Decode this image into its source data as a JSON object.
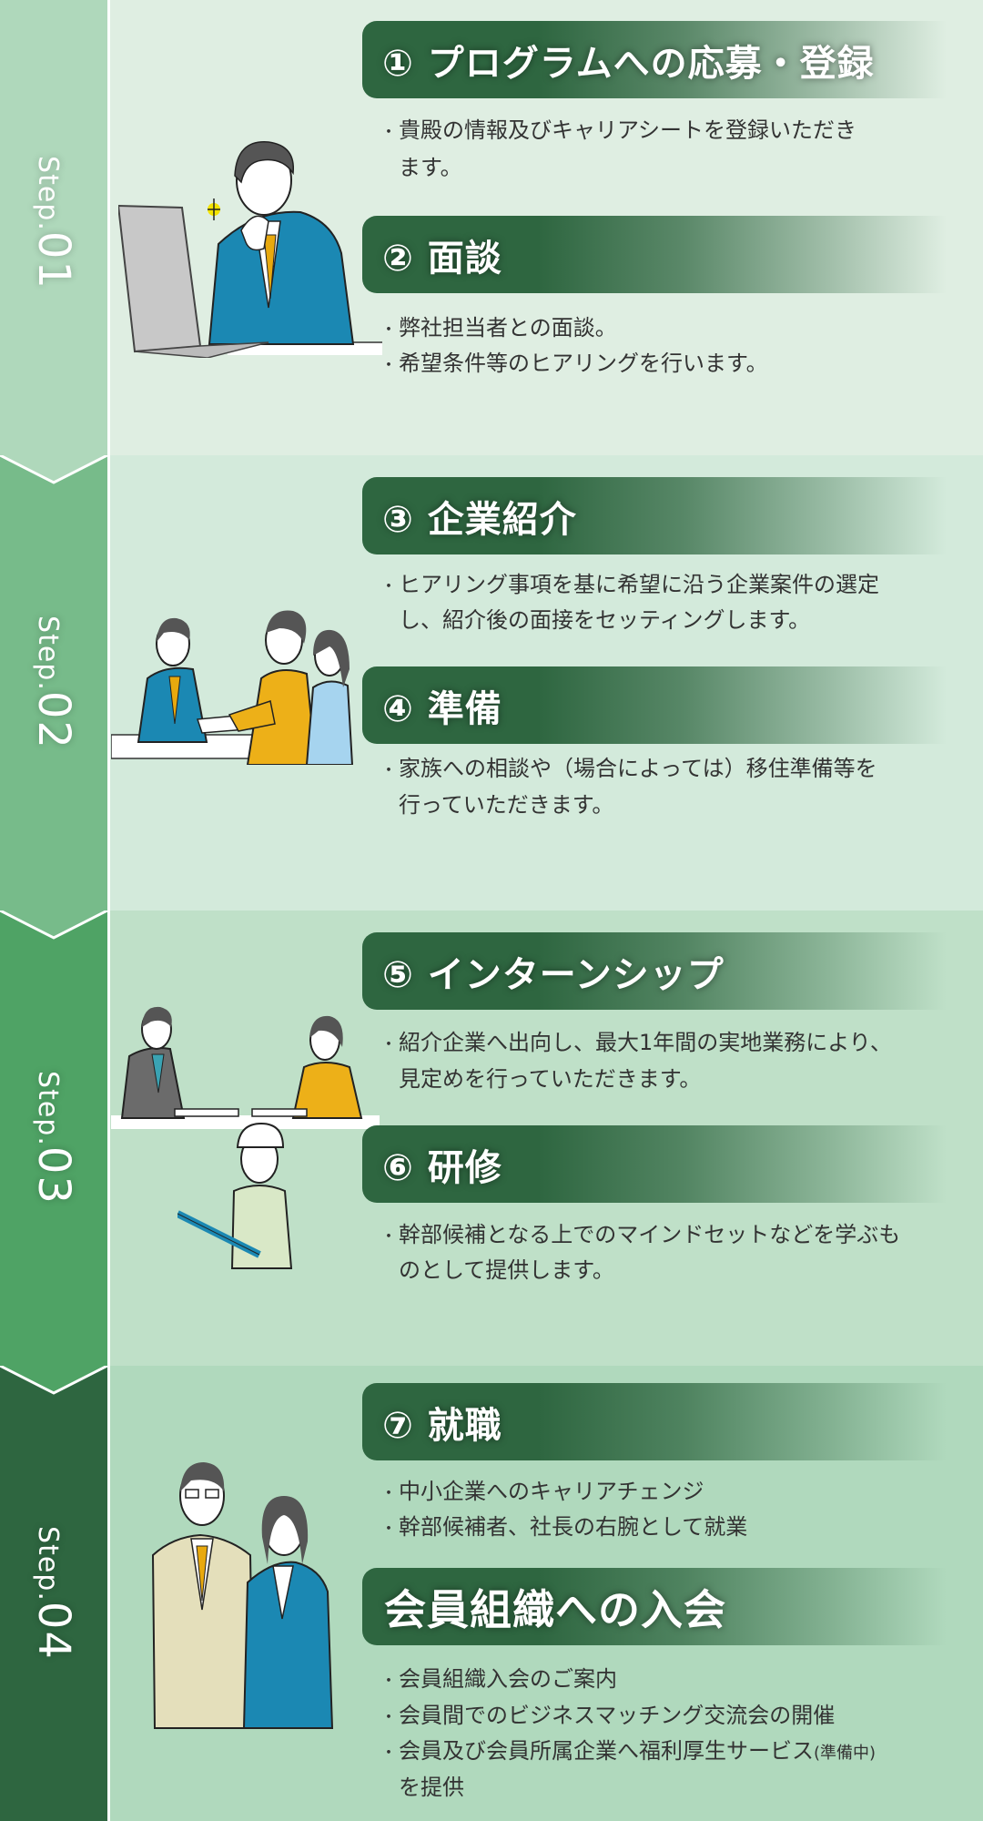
{
  "colors": {
    "step1_sidebar": "#afd8bb",
    "step1_main": "#dfeee2",
    "step2_sidebar": "#77bb8a",
    "step2_main": "#d3eadb",
    "step3_sidebar": "#4fa365",
    "step3_main": "#bfe0c8",
    "step4_sidebar": "#2e6640",
    "step4_main": "#b0d9bd",
    "header_bg": "#2e6640",
    "body_text": "#333333"
  },
  "steps": [
    {
      "label_prefix": "Step.",
      "label_number": "01",
      "items": [
        {
          "title": "① プログラムへの応募・登録",
          "lines": [
            "・",
            "貴殿の情報及びキャリアシートを登録いただき",
            "ます。"
          ]
        },
        {
          "title": "② 面談",
          "bullets": [
            "弊社担当者との面談。",
            "希望条件等のヒアリングを行います。"
          ]
        }
      ]
    },
    {
      "label_prefix": "Step.",
      "label_number": "02",
      "items": [
        {
          "title": "③ 企業紹介",
          "bullets": [
            "ヒアリング事項を基に希望に沿う企業案件の選定"
          ],
          "continuation": "し、紹介後の面接をセッティングします。"
        },
        {
          "title": "④ 準備",
          "bullets": [
            "家族への相談や（場合によっては）移住準備等を"
          ],
          "continuation": "行っていただきます。"
        }
      ]
    },
    {
      "label_prefix": "Step.",
      "label_number": "03",
      "items": [
        {
          "title": "⑤ インターンシップ",
          "bullets": [
            "紹介企業へ出向し、最大1年間の実地業務により、"
          ],
          "continuation": "見定めを行っていただきます。"
        },
        {
          "title": "⑥ 研修",
          "bullets": [
            "幹部候補となる上でのマインドセットなどを学ぶも"
          ],
          "continuation": "のとして提供します。"
        }
      ]
    },
    {
      "label_prefix": "Step.",
      "label_number": "04",
      "items": [
        {
          "title": "⑦ 就職",
          "bullets": [
            "中小企業へのキャリアチェンジ",
            "幹部候補者、社長の右腕として就業"
          ]
        },
        {
          "title": "会員組織への入会",
          "bullets": [
            "会員組織入会のご案内",
            "会員間でのビジネスマッチング交流会の開催",
            "会員及び会員所属企業へ福利厚生サービス"
          ],
          "bullet3_suffix": "(準備中)",
          "continuation": "を提供"
        }
      ]
    }
  ],
  "bullet_glyph": "・",
  "step1_first_bullet": "貴殿の情報及びキャリアシートを登録いただき",
  "step1_first_cont": "ます。",
  "illustrations": {
    "step1": "businessman-at-laptop",
    "step2": "handshake-meeting",
    "step3a": "interview-desk",
    "step3b": "construction-worker-with-clipboard",
    "step4": "business-couple"
  }
}
